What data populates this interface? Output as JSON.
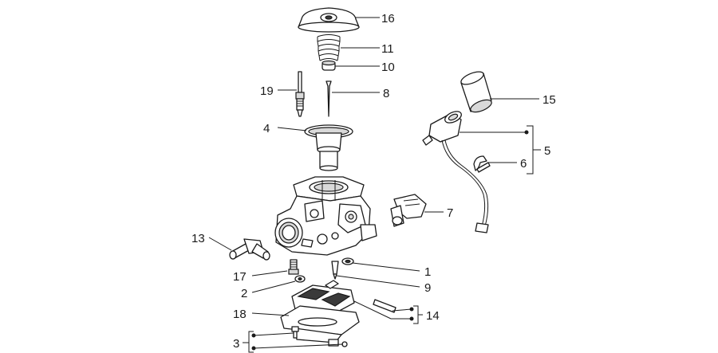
{
  "callouts": {
    "c1": "1",
    "c2": "2",
    "c3": "3",
    "c4": "4",
    "c5": "5",
    "c6": "6",
    "c7": "7",
    "c8": "8",
    "c9": "9",
    "c10": "10",
    "c11": "11",
    "c13": "13",
    "c14": "14",
    "c15": "15",
    "c16": "16",
    "c17": "17",
    "c18": "18",
    "c19": "19"
  },
  "colors": {
    "ink": "#1a1a1a",
    "background": "#ffffff"
  }
}
